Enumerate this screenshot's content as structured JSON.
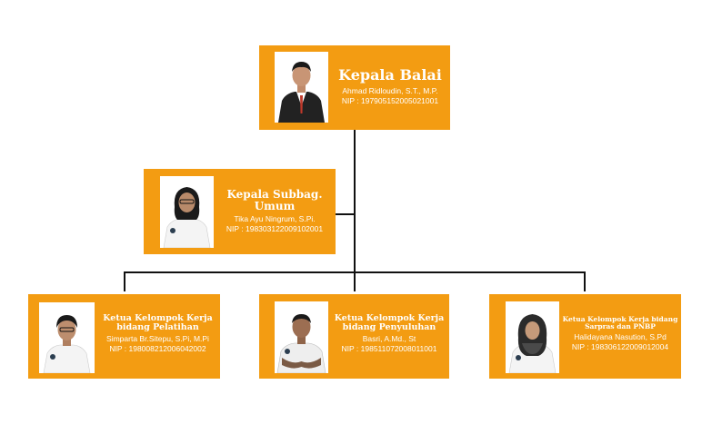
{
  "colors": {
    "card": "#f39c12",
    "line": "#111111",
    "text": "#ffffff"
  },
  "org": {
    "head": {
      "title": "Kepala Balai",
      "name": "Ahmad Ridloudin, S.T., M.P.",
      "nip": "NIP : 197905152005021001"
    },
    "subbag": {
      "title": "Kepala Subbag. Umum",
      "name": "Tika Ayu Ningrum, S.Pi.",
      "nip": "NIP : 198303122009102001"
    },
    "groups": [
      {
        "title": "Ketua Kelompok Kerja bidang Pelatihan",
        "name": "Simparta Br.Sitepu, S.Pi, M.Pi",
        "nip": "NIP : 198008212006042002"
      },
      {
        "title": "Ketua Kelompok Kerja bidang Penyuluhan",
        "name": "Basri, A.Md., St",
        "nip": "NIP : 198511072008011001"
      },
      {
        "title": "Ketua Kelompok Kerja bidang Sarpras dan PNBP",
        "name": "Halidayana Nasution, S.Pd",
        "nip": "NIP : 198306122009012004"
      }
    ]
  }
}
